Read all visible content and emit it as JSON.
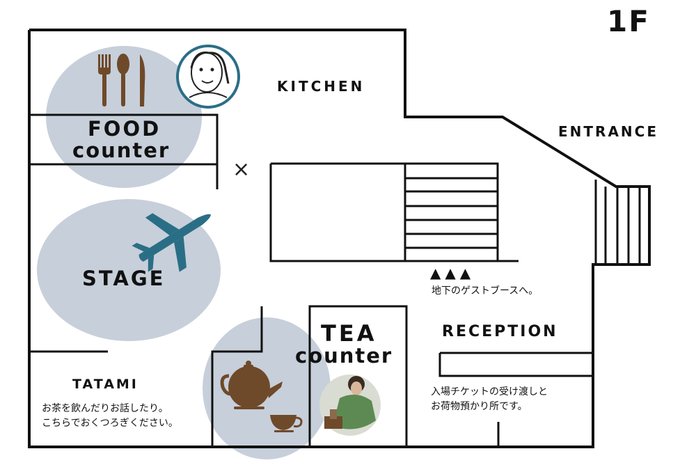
{
  "floor_label": "1F",
  "rooms": {
    "kitchen": "KITCHEN",
    "entrance": "ENTRANCE",
    "food_counter_line1": "FOOD",
    "food_counter_line2": "counter",
    "stage": "STAGE",
    "tea_counter_line1": "TEA",
    "tea_counter_line2": "counter",
    "reception": "RECEPTION",
    "tatami": "TATAMI"
  },
  "notes": {
    "guest_arrows": "▲▲▲",
    "guest_booth": "地下のゲストブースへ。",
    "tatami_line1": "お茶を飲んだりお話したり。",
    "tatami_line2": "こちらでおくつろぎください。",
    "reception_line1": "入場チケットの受け渡しと",
    "reception_line2": "お荷物預かり所です。"
  },
  "markers": {
    "x_mark": "×"
  },
  "icons": [
    "cutlery-icon",
    "chef-portrait",
    "airplane-icon",
    "teapot-icon",
    "teacup-icon",
    "tea-host-photo"
  ],
  "colors": {
    "zone_fill": "#c7cfda",
    "accent": "#2a6e86",
    "utensil": "#6e4a2a",
    "wall": "#111111"
  }
}
